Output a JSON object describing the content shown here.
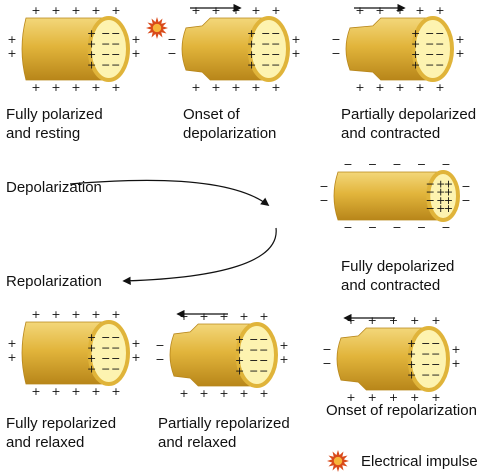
{
  "cells": [
    {
      "id": "fully-polarized-resting",
      "line1": "Fully polarized",
      "line2": "and resting",
      "state": "polarized",
      "shape": "long",
      "direction": "none"
    },
    {
      "id": "onset-depolarization",
      "line1": "Onset of",
      "line2": "depolarization",
      "state": "depolarizing",
      "shape": "neck",
      "direction": "right"
    },
    {
      "id": "partially-depolarized-contracted",
      "line1": "Partially depolarized",
      "line2": "and contracted",
      "state": "depolarizing",
      "shape": "neck-far",
      "direction": "right"
    },
    {
      "id": "fully-depolarized-contracted",
      "line1": "Fully depolarized",
      "line2": "and contracted",
      "state": "depolarized",
      "shape": "long",
      "direction": "none"
    },
    {
      "id": "onset-repolarization",
      "line1": "Onset of repolarization",
      "line2": "",
      "state": "repolarizing",
      "shape": "neck",
      "direction": "left"
    },
    {
      "id": "partially-repolarized-relaxed",
      "line1": "Partially repolarized",
      "line2": "and relaxed",
      "state": "repolarizing",
      "shape": "neck",
      "direction": "left"
    },
    {
      "id": "fully-repolarized-relaxed",
      "line1": "Fully repolarized",
      "line2": "and relaxed",
      "state": "polarized",
      "shape": "long",
      "direction": "none"
    }
  ],
  "process_labels": {
    "depolarization": "Depolarization",
    "repolarization": "Repolarization"
  },
  "legend": {
    "label": "Electrical impulse",
    "icon": "starburst-icon"
  },
  "charges": {
    "positive": "+",
    "negative": "−"
  },
  "colors": {
    "cell_body": "#e0b43a",
    "cell_highlight": "#f3d77a",
    "cell_shadow": "#b8861a",
    "cell_face": "#fdf3b0",
    "starburst": "#d94a1a",
    "starburst_core": "#f7b43a",
    "arrow": "#111111"
  }
}
